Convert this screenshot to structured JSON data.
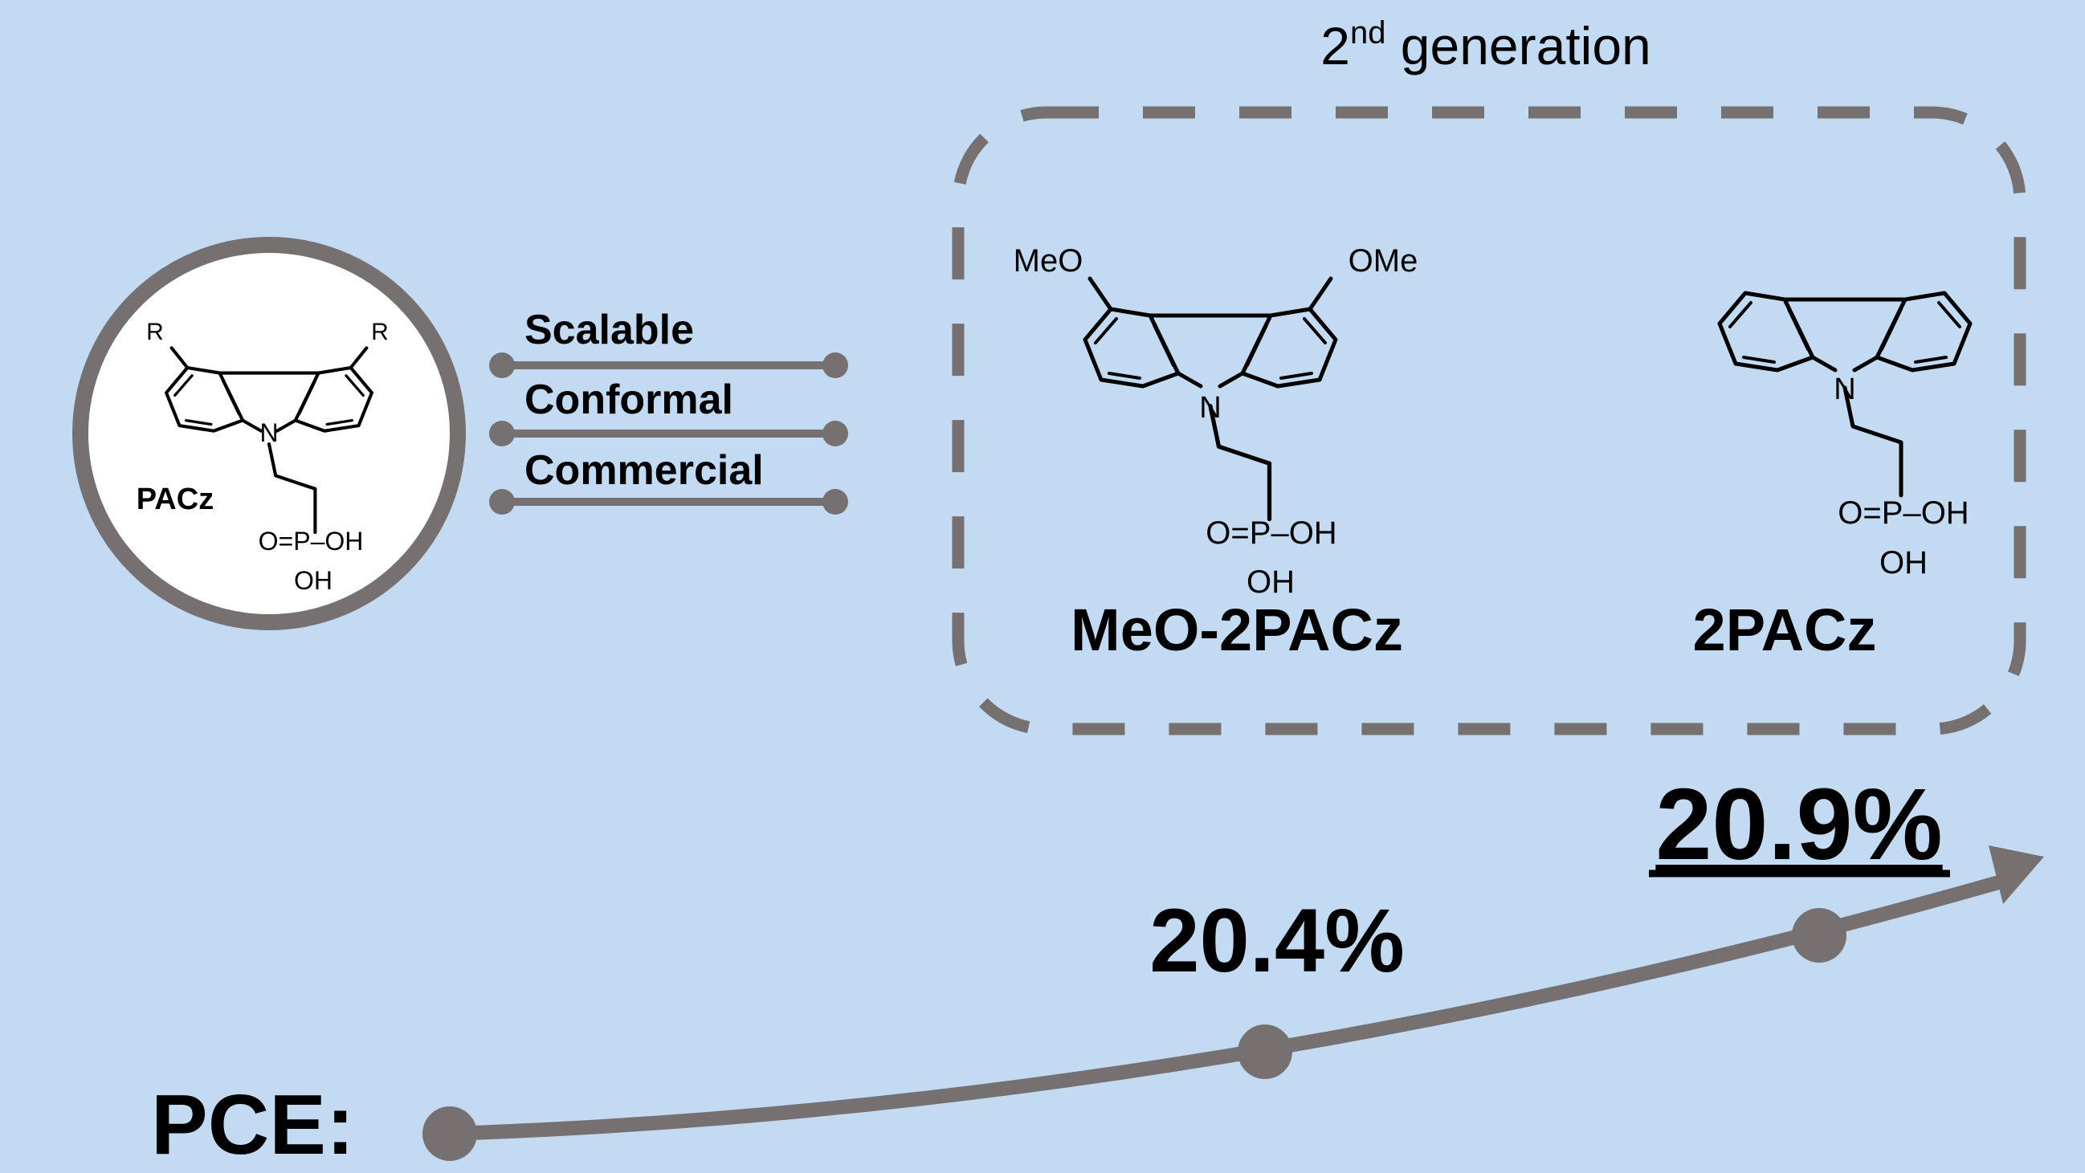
{
  "generation": {
    "base": "2",
    "sup": "nd",
    "rest": " generation"
  },
  "features": [
    "Scalable",
    "Conformal",
    "Commercial"
  ],
  "molecules": {
    "pacz": {
      "name": "PACz",
      "substituent": "R",
      "nitrogen": "N",
      "phosphonic": {
        "oxo": "O=P–OH",
        "hydroxyl": "OH"
      }
    },
    "meo2pacz": {
      "name": "MeO-2PACz",
      "substituent_left": "MeO",
      "substituent_right": "OMe",
      "nitrogen": "N",
      "phosphonic": {
        "oxo": "O=P–OH",
        "hydroxyl": "OH"
      }
    },
    "twopacz": {
      "name": "2PACz",
      "nitrogen": "N",
      "phosphonic": {
        "oxo": "O=P–OH",
        "hydroxyl": "OH"
      }
    }
  },
  "pce": {
    "label": "PCE:",
    "values": [
      "20.4%",
      "20.9%"
    ]
  },
  "colors": {
    "background": "#c3dbf2",
    "accent_gray": "#767070",
    "text": "#000000",
    "circle_fill": "#ffffff"
  }
}
